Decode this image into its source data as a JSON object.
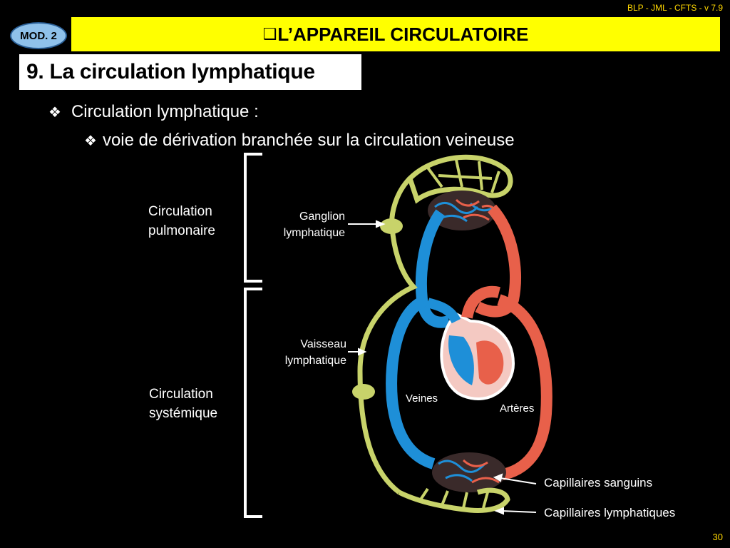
{
  "header": {
    "credit": "BLP - JML - CFTS - v 7.9",
    "module_badge": "MOD. 2",
    "title_marker": "❑",
    "title": "L’APPAREIL CIRCULATOIRE"
  },
  "section": {
    "title": "9. La circulation lymphatique"
  },
  "bullets": {
    "level1_marker": "❖",
    "level1": "Circulation lymphatique :",
    "level2_marker": "❖",
    "level2": "voie de dérivation branchée sur la circulation veineuse"
  },
  "diagram": {
    "bracket_labels": {
      "pulmonary_line1": "Circulation",
      "pulmonary_line2": "pulmonaire",
      "systemic_line1": "Circulation",
      "systemic_line2": "systémique"
    },
    "labels": {
      "ganglion_line1": "Ganglion",
      "ganglion_line2": "lymphatique",
      "vessel_line1": "Vaisseau",
      "vessel_line2": "lymphatique",
      "veines": "Veines",
      "arteres": "Artères",
      "capillaires_sanguins": "Capillaires sanguins",
      "capillaires_lymphatiques": "Capillaires lymphatiques"
    },
    "colors": {
      "lymph": "#c8d36a",
      "vein": "#1e8fd8",
      "artery": "#e8604a",
      "heart_outline": "#f4c9c2"
    }
  },
  "footer": {
    "page_number": "30"
  }
}
